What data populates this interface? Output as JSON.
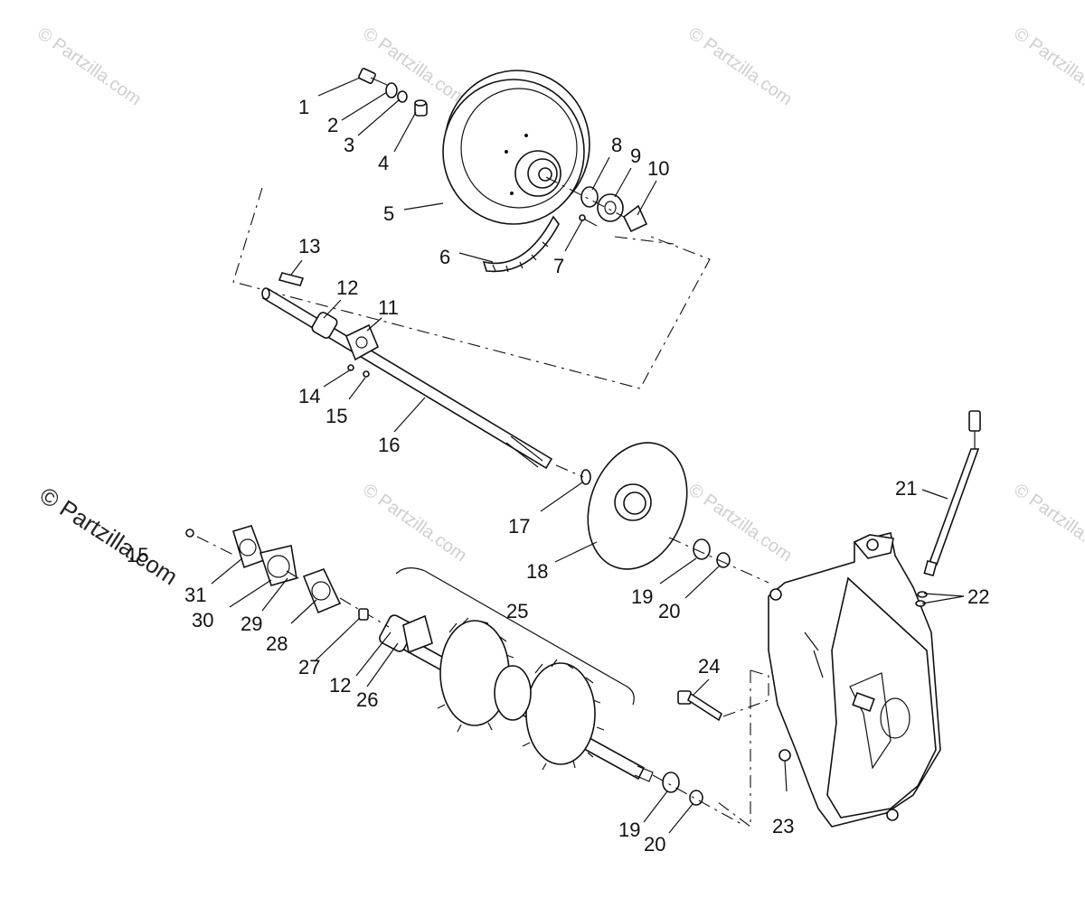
{
  "watermark": {
    "text": "© Partzilla.com",
    "color": "#cfcfcf"
  },
  "copyright": "© Partzilla.com",
  "callouts": {
    "p1": "1",
    "p2": "2",
    "p3": "3",
    "p4": "4",
    "p5": "5",
    "p6": "6",
    "p7": "7",
    "p8": "8",
    "p9": "9",
    "p10": "10",
    "p11": "11",
    "p12a": "12",
    "p13": "13",
    "p14": "14",
    "p15a": "15",
    "p16": "16",
    "p17": "17",
    "p18": "18",
    "p19a": "19",
    "p20a": "20",
    "p21": "21",
    "p22": "22",
    "p23": "23",
    "p24": "24",
    "p25": "25",
    "p26": "26",
    "p12b": "12",
    "p27": "27",
    "p28": "28",
    "p29": "29",
    "p30": "30",
    "p31": "31",
    "p15b": "15",
    "p19b": "19",
    "p20b": "20"
  }
}
